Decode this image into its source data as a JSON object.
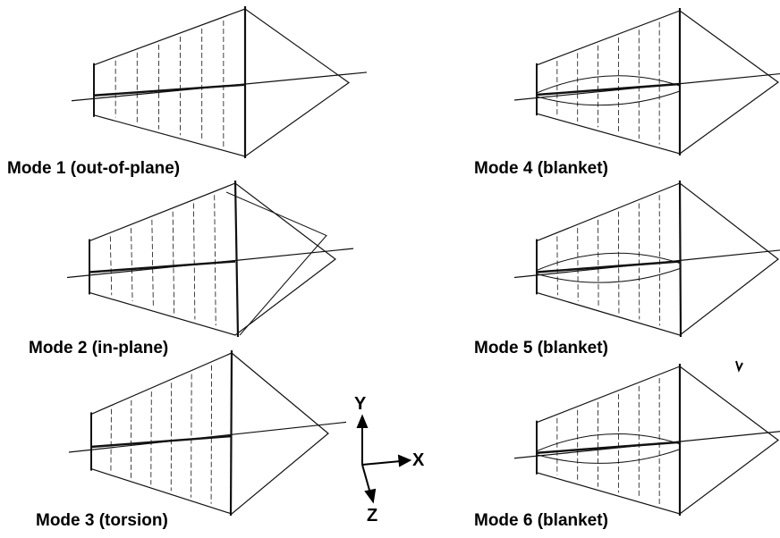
{
  "modes": [
    {
      "caption": "Mode 1 (out-of-plane)",
      "shape": "out-of-plane"
    },
    {
      "caption": "Mode 2 (in-plane)",
      "shape": "in-plane"
    },
    {
      "caption": "Mode 3 (torsion)",
      "shape": "torsion"
    },
    {
      "caption": "Mode 4 (blanket)",
      "shape": "blanket-a"
    },
    {
      "caption": "Mode 5 (blanket)",
      "shape": "blanket-b"
    },
    {
      "caption": "Mode 6 (blanket)",
      "shape": "blanket-c"
    }
  ],
  "axes": {
    "y": "Y",
    "x": "X",
    "z": "Z"
  }
}
